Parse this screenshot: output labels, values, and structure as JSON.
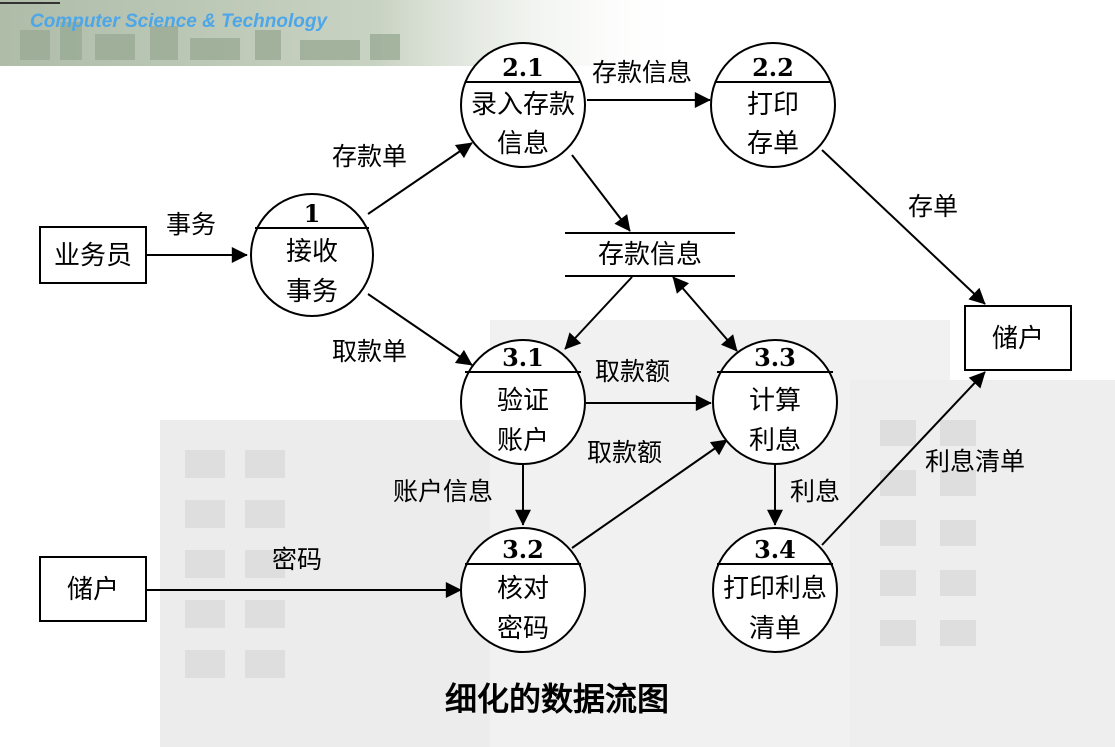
{
  "header": {
    "banner_text": "Computer Science & Technology"
  },
  "caption": "细化的数据流图",
  "entities": {
    "clerk": "业务员",
    "depositor_left": "储户",
    "depositor_right": "储户"
  },
  "store": {
    "label": "存款信息"
  },
  "processes": {
    "p1": {
      "num": "1",
      "line1": "接收",
      "line2": "事务"
    },
    "p21": {
      "num": "2.1",
      "line1": "录入存款",
      "line2": "信息"
    },
    "p22": {
      "num": "2.2",
      "line1": "打印",
      "line2": "存单"
    },
    "p31": {
      "num": "3.1",
      "line1": "验证",
      "line2": "账户"
    },
    "p32": {
      "num": "3.2",
      "line1": "核对",
      "line2": "密码"
    },
    "p33": {
      "num": "3.3",
      "line1": "计算",
      "line2": "利息"
    },
    "p34": {
      "num": "3.4",
      "line1": "打印利息",
      "line2": "清单"
    }
  },
  "flows": {
    "transaction": "事务",
    "deposit_slip": "存款单",
    "withdraw_slip": "取款单",
    "deposit_info_top": "存款信息",
    "receipt": "存单",
    "withdraw_amount_1": "取款额",
    "withdraw_amount_2": "取款额",
    "account_info": "账户信息",
    "password": "密码",
    "interest": "利息",
    "interest_list": "利息清单"
  },
  "colors": {
    "banner_text": "#4da6e8",
    "banner_bg": "#b9c7b4",
    "watermark": "#e6e6e6",
    "line": "#000000"
  }
}
